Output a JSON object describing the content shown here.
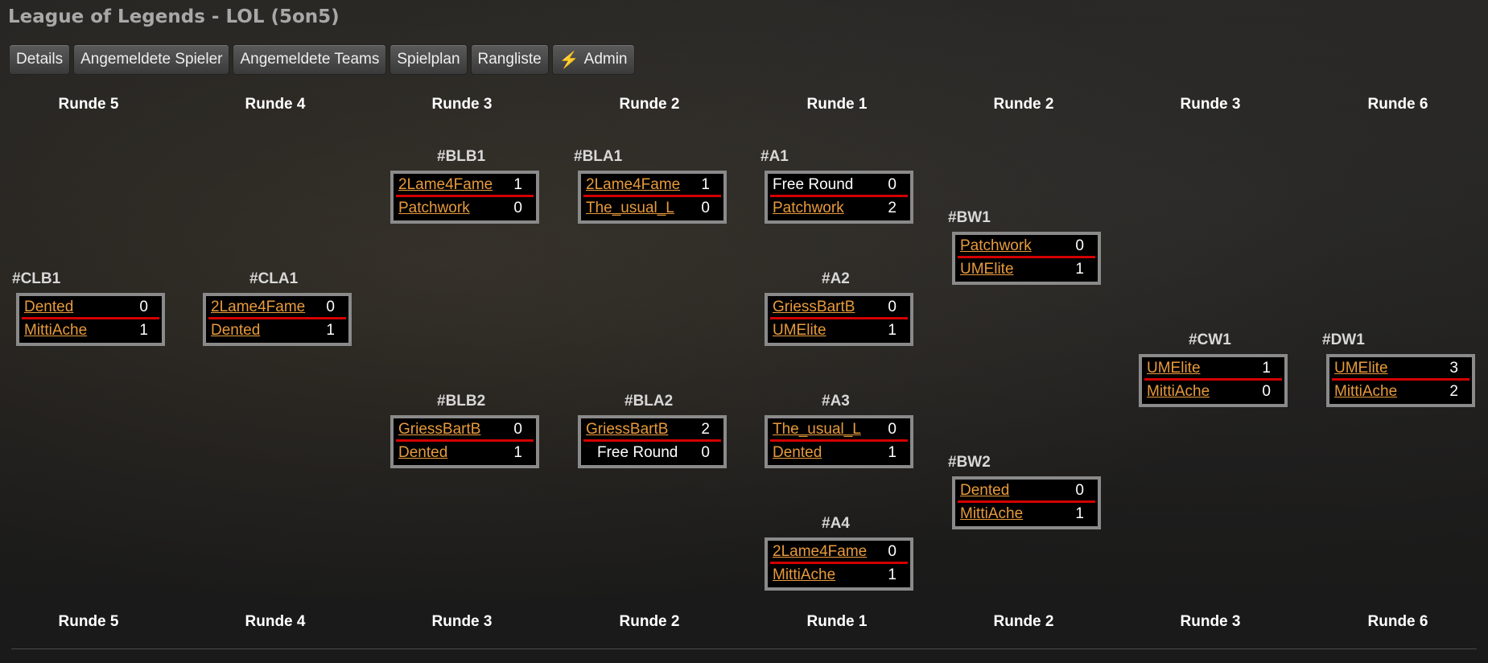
{
  "page": {
    "title": "League of Legends - LOL (5on5)"
  },
  "nav": {
    "details": "Details",
    "players": "Angemeldete Spieler",
    "teams": "Angemeldete Teams",
    "schedule": "Spielplan",
    "ranking": "Rangliste",
    "admin": "Admin",
    "admin_icon": "lightning-bolt-icon"
  },
  "rounds_top": [
    "Runde 5",
    "Runde 4",
    "Runde 3",
    "Runde 2",
    "Runde 1",
    "Runde 2",
    "Runde 3",
    "Runde 6"
  ],
  "rounds_bottom": [
    "Runde 5",
    "Runde 4",
    "Runde 3",
    "Runde 2",
    "Runde 1",
    "Runde 2",
    "Runde 3",
    "Runde 6"
  ],
  "matches": {
    "BLB1": {
      "id": "#BLB1",
      "t1": "2Lame4Fame",
      "s1": "1",
      "t2": "Patchwork",
      "s2": "0"
    },
    "BLA1": {
      "id": "#BLA1",
      "t1": "2Lame4Fame",
      "s1": "1",
      "t2": "The_usual_L",
      "s2": "0"
    },
    "A1": {
      "id": "#A1",
      "t1": "Free Round",
      "s1": "0",
      "t2": "Patchwork",
      "s2": "2"
    },
    "BW1": {
      "id": "#BW1",
      "t1": "Patchwork",
      "s1": "0",
      "t2": "UMElite",
      "s2": "1"
    },
    "CLB1": {
      "id": "#CLB1",
      "t1": "Dented",
      "s1": "0",
      "t2": "MittiAche",
      "s2": "1"
    },
    "CLA1": {
      "id": "#CLA1",
      "t1": "2Lame4Fame",
      "s1": "0",
      "t2": "Dented",
      "s2": "1"
    },
    "A2": {
      "id": "#A2",
      "t1": "GriessBartB",
      "s1": "0",
      "t2": "UMElite",
      "s2": "1"
    },
    "CW1": {
      "id": "#CW1",
      "t1": "UMElite",
      "s1": "1",
      "t2": "MittiAche",
      "s2": "0"
    },
    "DW1": {
      "id": "#DW1",
      "t1": "UMElite",
      "s1": "3",
      "t2": "MittiAche",
      "s2": "2"
    },
    "BLB2": {
      "id": "#BLB2",
      "t1": "GriessBartB",
      "s1": "0",
      "t2": "Dented",
      "s2": "1"
    },
    "BLA2": {
      "id": "#BLA2",
      "t1": "GriessBartB",
      "s1": "2",
      "t2": "Free Round",
      "s2": "0"
    },
    "A3": {
      "id": "#A3",
      "t1": "The_usual_L",
      "s1": "0",
      "t2": "Dented",
      "s2": "1"
    },
    "BW2": {
      "id": "#BW2",
      "t1": "Dented",
      "s1": "0",
      "t2": "MittiAche",
      "s2": "1"
    },
    "A4": {
      "id": "#A4",
      "t1": "2Lame4Fame",
      "s1": "0",
      "t2": "MittiAche",
      "s2": "1"
    }
  }
}
